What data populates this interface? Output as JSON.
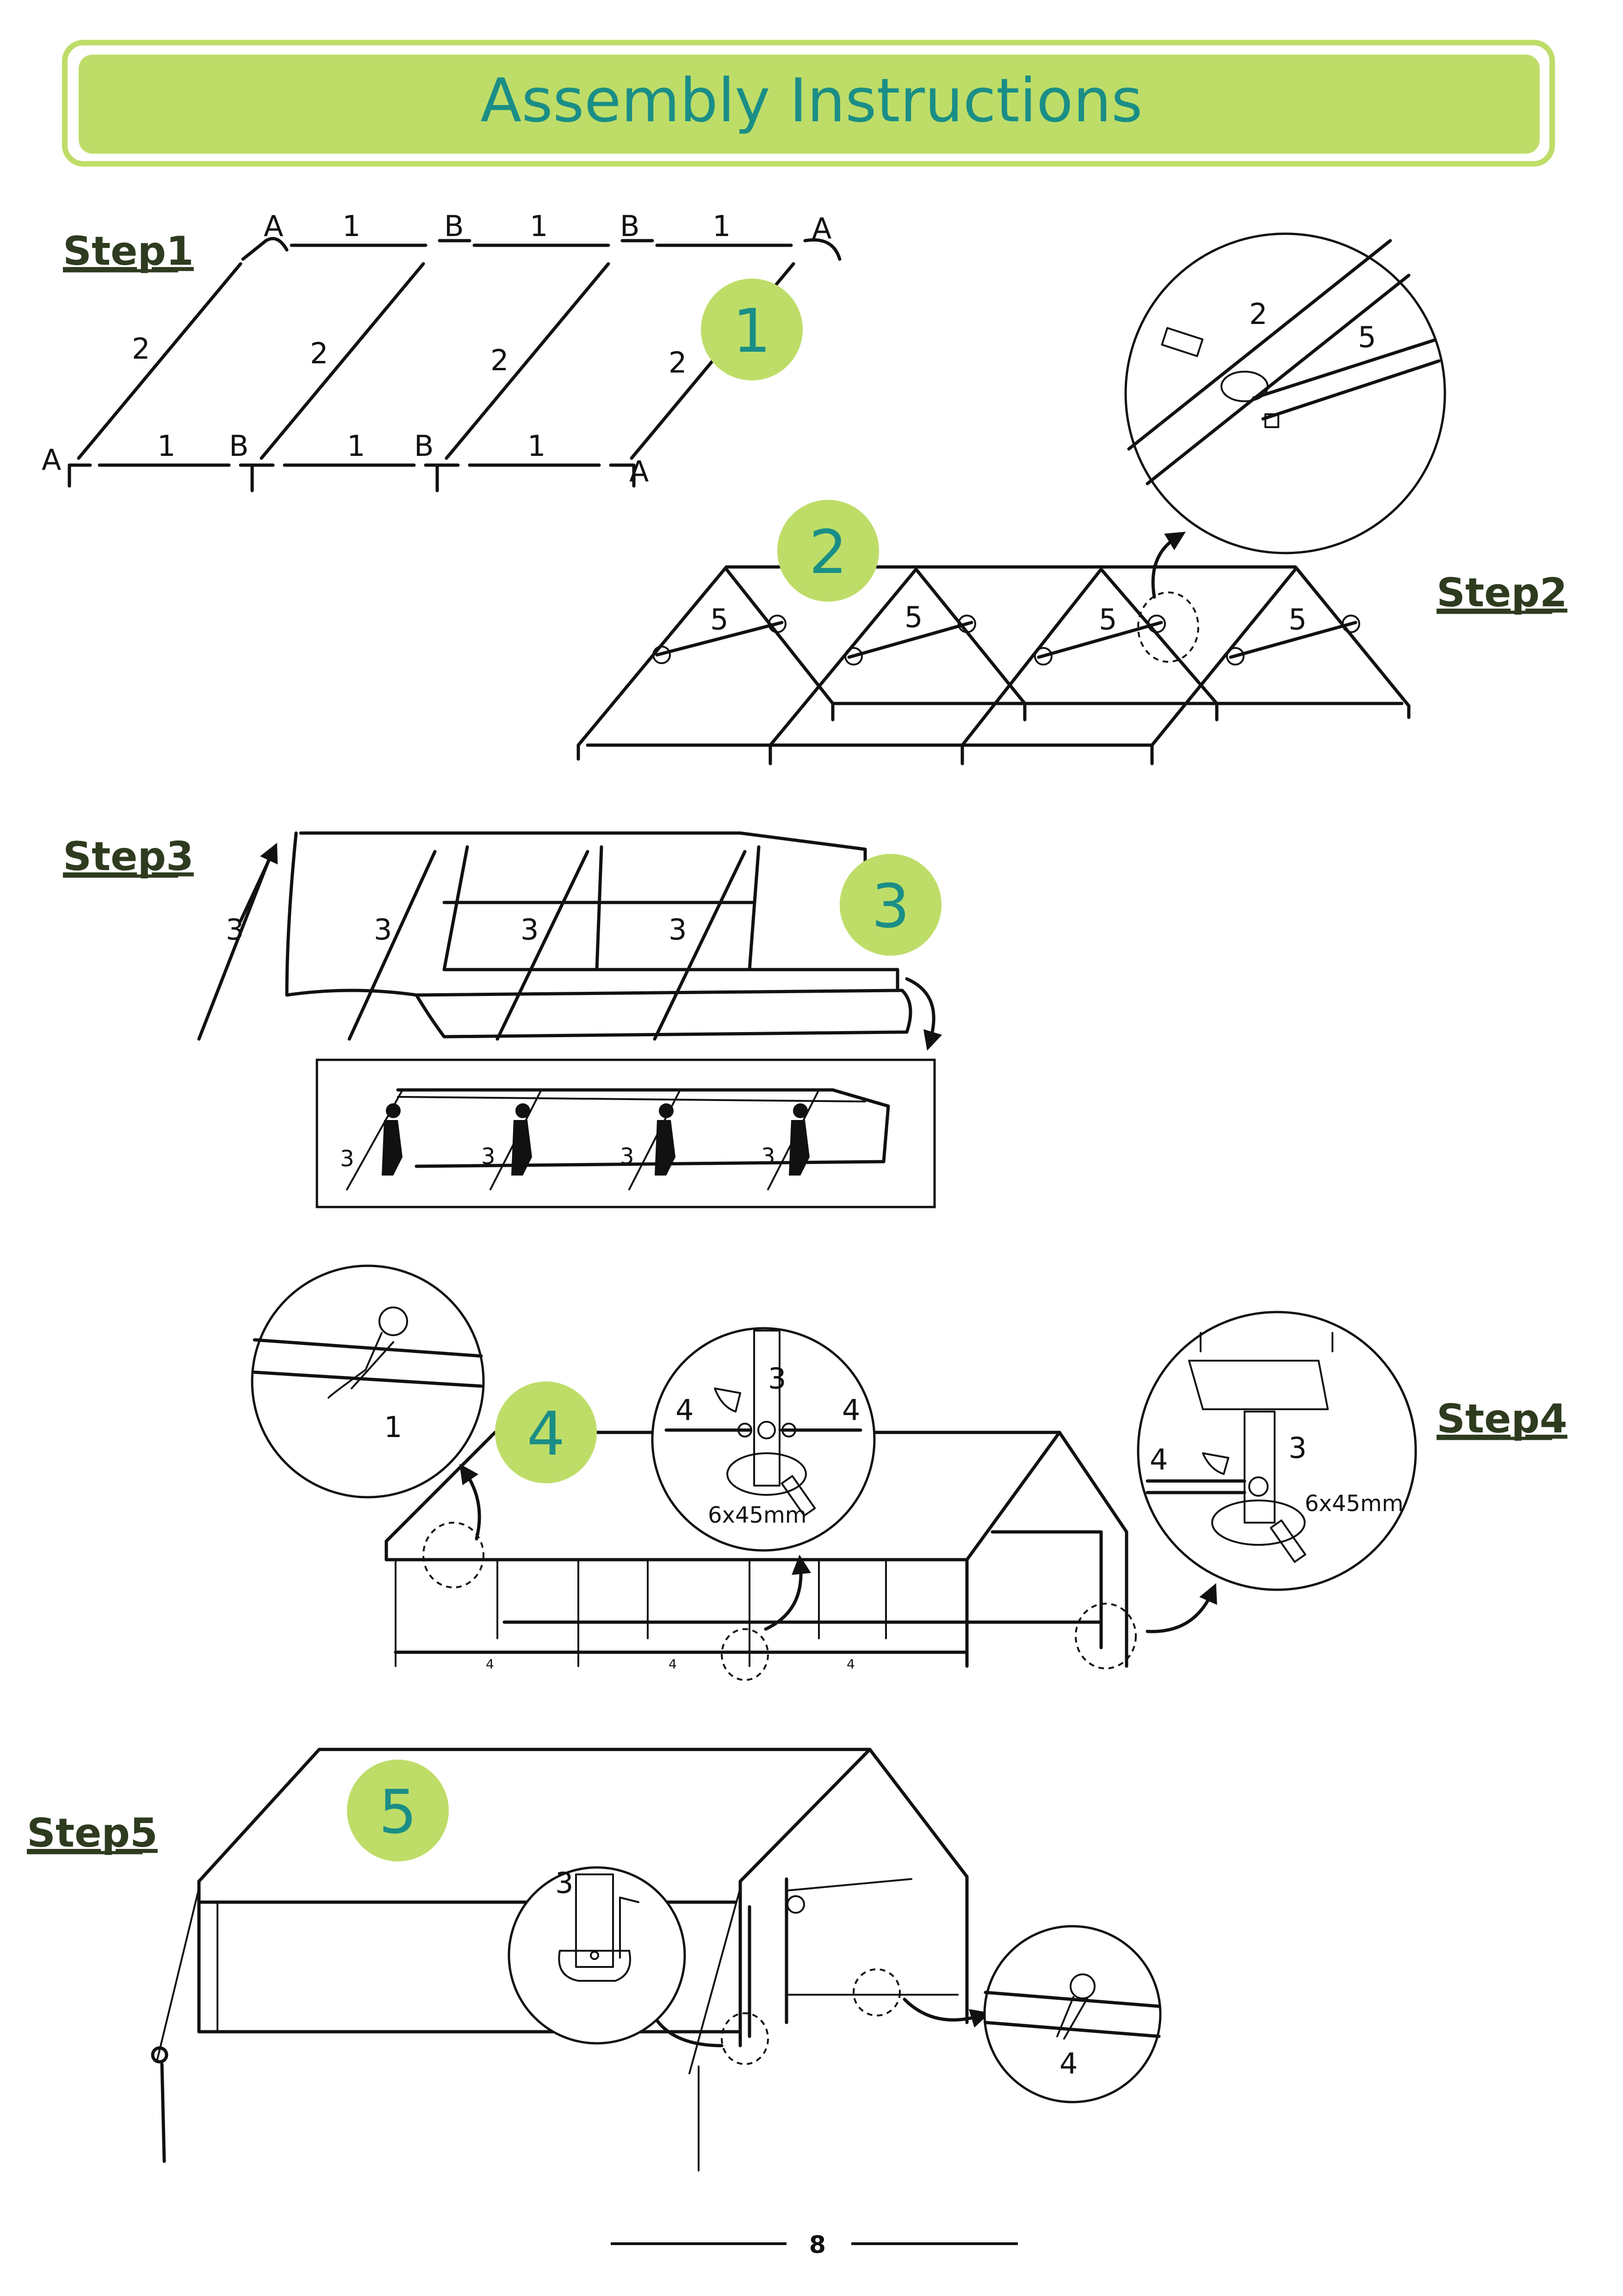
{
  "header": {
    "title": "Assembly Instructions"
  },
  "steps": [
    {
      "label": "Step1",
      "badge": "1"
    },
    {
      "label": "Step2",
      "badge": "2"
    },
    {
      "label": "Step3",
      "badge": "3"
    },
    {
      "label": "Step4",
      "badge": "4"
    },
    {
      "label": "Step5",
      "badge": "5"
    }
  ],
  "parts": {
    "p1": "1",
    "p2": "2",
    "p3": "3",
    "p4": "4",
    "p5": "5",
    "pa": "A",
    "pb": "B"
  },
  "fasteners": {
    "bolt": "6x45mm"
  },
  "footer": {
    "page_number": "8"
  },
  "colors": {
    "accent_green": "#bedd68",
    "title_teal": "#1a8e86",
    "step_label": "#2e3b1f"
  }
}
